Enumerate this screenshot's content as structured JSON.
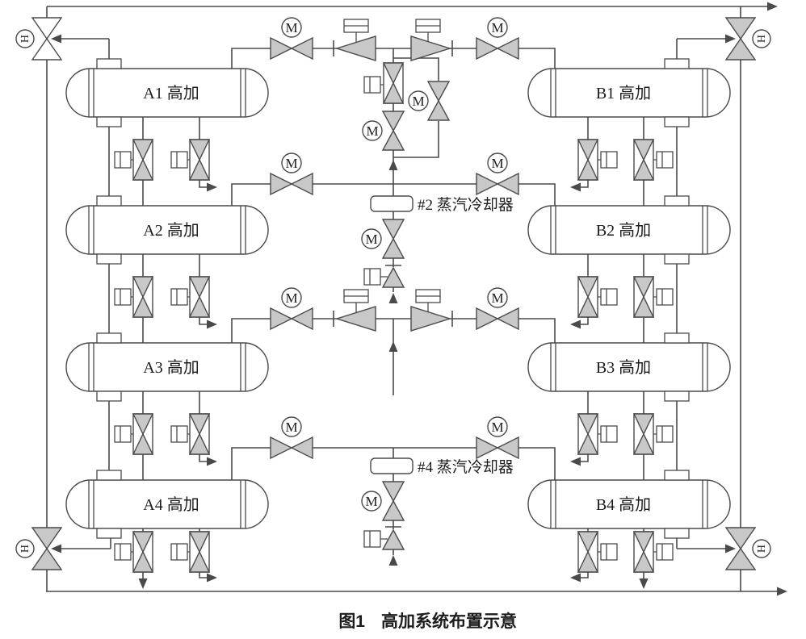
{
  "figure": {
    "label": "图1",
    "title": "高加系统布置示意"
  },
  "symbols": {
    "motor": "M",
    "hand": "H"
  },
  "vessels": [
    {
      "label": "A1 高加"
    },
    {
      "label": "A2 高加"
    },
    {
      "label": "A3 高加"
    },
    {
      "label": "A4 高加"
    },
    {
      "label": "B1 高加"
    },
    {
      "label": "B2 高加"
    },
    {
      "label": "B3 高加"
    },
    {
      "label": "B4 高加"
    }
  ],
  "coolers": [
    {
      "label": "#2 蒸汽冷却器"
    },
    {
      "label": "#4 蒸汽冷却器"
    }
  ],
  "colors": {
    "line": "#4a4a4a",
    "valve_fill": "#c8c8c8",
    "background": "#ffffff",
    "text": "#1c1c1c"
  }
}
